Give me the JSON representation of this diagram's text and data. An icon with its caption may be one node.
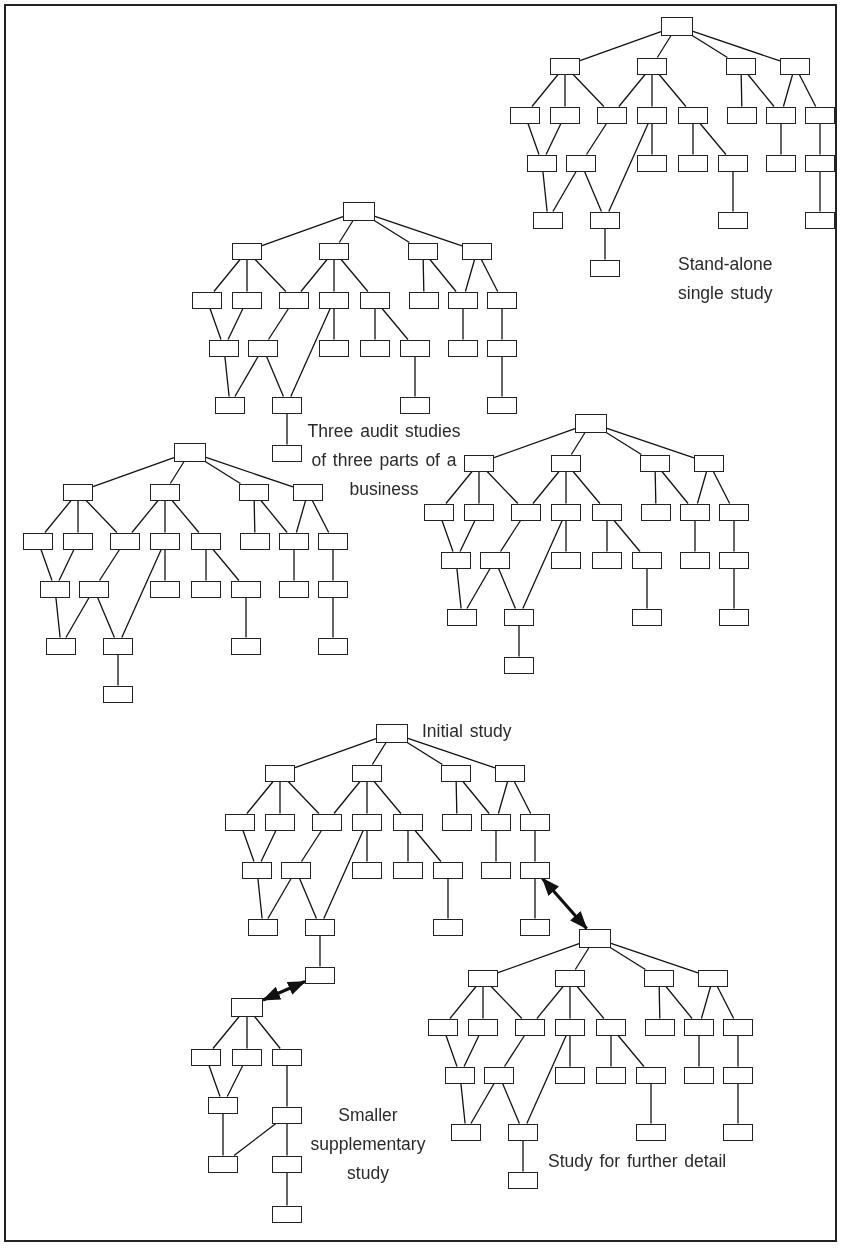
{
  "diagram": {
    "nodes": [
      {
        "text": [],
        "shape": "box"
      },
      {
        "text": [],
        "shape": "box"
      },
      {
        "text": [],
        "shape": "box"
      },
      {
        "text": [],
        "shape": "box"
      },
      {
        "text": [],
        "shape": "box"
      },
      {
        "text": [],
        "shape": "box"
      },
      {
        "text": [],
        "shape": "box"
      },
      {
        "text": [],
        "shape": "box"
      },
      {
        "text": [],
        "shape": "box"
      },
      {
        "text": [],
        "shape": "box"
      },
      {
        "text": [],
        "shape": "box"
      },
      {
        "text": [],
        "shape": "box"
      },
      {
        "text": [],
        "shape": "box"
      },
      {
        "text": [],
        "shape": "box"
      },
      {
        "text": [],
        "shape": "box"
      },
      {
        "text": [],
        "shape": "box"
      },
      {
        "text": [],
        "shape": "box"
      },
      {
        "text": [],
        "shape": "box"
      },
      {
        "text": [],
        "shape": "box"
      },
      {
        "text": [],
        "shape": "box"
      },
      {
        "text": [],
        "shape": "box"
      },
      {
        "text": [],
        "shape": "box"
      },
      {
        "text": [],
        "shape": "box"
      },
      {
        "text": [],
        "shape": "box"
      },
      {
        "text": [],
        "shape": "box"
      },
      {
        "text": [],
        "shape": "box"
      },
      {
        "text": [],
        "shape": "box"
      },
      {
        "text": [],
        "shape": "box"
      },
      {
        "text": [],
        "shape": "box"
      },
      {
        "text": [],
        "shape": "box"
      },
      {
        "text": [],
        "shape": "box"
      },
      {
        "text": [],
        "shape": "box"
      },
      {
        "text": [],
        "shape": "box"
      },
      {
        "text": [],
        "shape": "box"
      },
      {
        "text": [],
        "shape": "box"
      },
      {
        "text": [],
        "shape": "box"
      },
      {
        "text": [],
        "shape": "box"
      },
      {
        "text": [],
        "shape": "box"
      },
      {
        "text": [],
        "shape": "box"
      },
      {
        "text": [],
        "shape": "box"
      },
      {
        "text": [],
        "shape": "box"
      },
      {
        "text": [],
        "shape": "box"
      },
      {
        "text": [],
        "shape": "box"
      },
      {
        "text": [],
        "shape": "box"
      },
      {
        "text": [],
        "shape": "box"
      },
      {
        "text": [],
        "shape": "box"
      },
      {
        "text": [],
        "shape": "box"
      },
      {
        "text": [],
        "shape": "box"
      },
      {
        "text": [],
        "shape": "box"
      },
      {
        "text": [],
        "shape": "box"
      },
      {
        "text": [],
        "shape": "box"
      },
      {
        "text": [],
        "shape": "box"
      },
      {
        "text": [],
        "shape": "box"
      },
      {
        "text": [],
        "shape": "box"
      },
      {
        "text": [],
        "shape": "box"
      },
      {
        "text": [],
        "shape": "box"
      },
      {
        "text": [],
        "shape": "box"
      },
      {
        "text": [],
        "shape": "box"
      },
      {
        "text": [],
        "shape": "box"
      },
      {
        "text": [],
        "shape": "box"
      },
      {
        "text": [],
        "shape": "box"
      },
      {
        "text": [],
        "shape": "box"
      },
      {
        "text": [],
        "shape": "box"
      },
      {
        "text": [],
        "shape": "box"
      },
      {
        "text": [],
        "shape": "box"
      },
      {
        "text": [],
        "shape": "box"
      },
      {
        "text": [],
        "shape": "box"
      },
      {
        "text": [],
        "shape": "box"
      },
      {
        "text": [],
        "shape": "box"
      },
      {
        "text": [],
        "shape": "box"
      },
      {
        "text": [],
        "shape": "box"
      },
      {
        "text": [],
        "shape": "box"
      },
      {
        "text": [],
        "shape": "box"
      },
      {
        "text": [],
        "shape": "box"
      },
      {
        "text": [],
        "shape": "box"
      },
      {
        "text": [],
        "shape": "box"
      },
      {
        "text": [],
        "shape": "box"
      },
      {
        "text": [],
        "shape": "box"
      },
      {
        "text": [],
        "shape": "box"
      },
      {
        "text": [],
        "shape": "box"
      },
      {
        "text": [],
        "shape": "box"
      },
      {
        "text": [],
        "shape": "box"
      },
      {
        "text": [],
        "shape": "box"
      },
      {
        "text": [],
        "shape": "box"
      },
      {
        "text": [],
        "shape": "box"
      },
      {
        "text": [],
        "shape": "box"
      },
      {
        "text": [],
        "shape": "box"
      },
      {
        "text": [],
        "shape": "box"
      },
      {
        "text": [],
        "shape": "box"
      },
      {
        "text": [],
        "shape": "box"
      },
      {
        "text": [],
        "shape": "box"
      },
      {
        "text": [],
        "shape": "box"
      },
      {
        "text": [],
        "shape": "box"
      },
      {
        "text": [],
        "shape": "box"
      },
      {
        "text": [],
        "shape": "box"
      },
      {
        "text": [],
        "shape": "box"
      },
      {
        "text": [],
        "shape": "box"
      },
      {
        "text": [],
        "shape": "box"
      },
      {
        "text": [],
        "shape": "box"
      },
      {
        "text": [],
        "shape": "box"
      },
      {
        "text": [],
        "shape": "box"
      },
      {
        "text": [],
        "shape": "box"
      },
      {
        "text": [],
        "shape": "box"
      },
      {
        "text": [],
        "shape": "box"
      },
      {
        "text": [],
        "shape": "box"
      },
      {
        "text": [],
        "shape": "box"
      },
      {
        "text": [],
        "shape": "box"
      },
      {
        "text": [],
        "shape": "box"
      },
      {
        "text": [],
        "shape": "box"
      },
      {
        "text": [],
        "shape": "box"
      },
      {
        "text": [],
        "shape": "box"
      },
      {
        "text": [],
        "shape": "box"
      },
      {
        "text": [],
        "shape": "box"
      },
      {
        "text": [],
        "shape": "box"
      },
      {
        "text": [],
        "shape": "box"
      },
      {
        "text": [],
        "shape": "box"
      },
      {
        "text": [],
        "shape": "box"
      },
      {
        "text": [],
        "shape": "box"
      },
      {
        "text": [],
        "shape": "box"
      },
      {
        "text": [],
        "shape": "box"
      },
      {
        "text": [],
        "shape": "box"
      },
      {
        "text": [],
        "shape": "box"
      },
      {
        "text": [],
        "shape": "box"
      },
      {
        "text": [],
        "shape": "box"
      },
      {
        "text": [],
        "shape": "box"
      },
      {
        "text": [],
        "shape": "box"
      },
      {
        "text": [],
        "shape": "box"
      },
      {
        "text": [],
        "shape": "box"
      },
      {
        "text": [],
        "shape": "box"
      },
      {
        "text": [],
        "shape": "box"
      },
      {
        "text": [],
        "shape": "box"
      },
      {
        "text": [],
        "shape": "box"
      },
      {
        "text": [],
        "shape": "box"
      },
      {
        "text": [],
        "shape": "box"
      },
      {
        "text": [],
        "shape": "box"
      },
      {
        "text": [],
        "shape": "box"
      },
      {
        "text": [],
        "shape": "box"
      },
      {
        "text": [],
        "shape": "box"
      },
      {
        "text": [],
        "shape": "box"
      },
      {
        "text": [],
        "shape": "box"
      },
      {
        "text": [],
        "shape": "box"
      },
      {
        "text": [],
        "shape": "box"
      },
      {
        "text": [],
        "shape": "box"
      },
      {
        "text": [],
        "shape": "box"
      },
      {
        "text": [],
        "shape": "box"
      },
      {
        "text": [],
        "shape": "box"
      },
      {
        "text": [],
        "shape": "box"
      },
      {
        "text": [],
        "shape": "box"
      },
      {
        "text": [],
        "shape": "box"
      },
      {
        "text": [],
        "shape": "box"
      },
      {
        "text": [],
        "shape": "box"
      },
      {
        "text": [],
        "shape": "box"
      },
      {
        "text": [],
        "shape": "box"
      },
      {
        "text": [],
        "shape": "box"
      },
      {
        "text": [],
        "shape": "box"
      },
      {
        "text": [],
        "shape": "box"
      },
      {
        "text": [],
        "shape": "box"
      },
      {
        "text": [],
        "shape": "box"
      },
      {
        "text": [],
        "shape": "box"
      }
    ],
    "edges": [
      {
        "from": 0,
        "to": 1,
        "arrow": "none"
      },
      {
        "from": 0,
        "to": 2,
        "arrow": "none"
      },
      {
        "from": 0,
        "to": 3,
        "arrow": "none"
      },
      {
        "from": 0,
        "to": 4,
        "arrow": "none"
      },
      {
        "from": 1,
        "to": 5,
        "arrow": "none"
      },
      {
        "from": 1,
        "to": 6,
        "arrow": "none"
      },
      {
        "from": 1,
        "to": 7,
        "arrow": "none"
      },
      {
        "from": 2,
        "to": 7,
        "arrow": "none"
      },
      {
        "from": 2,
        "to": 8,
        "arrow": "none"
      },
      {
        "from": 2,
        "to": 9,
        "arrow": "none"
      },
      {
        "from": 3,
        "to": 10,
        "arrow": "none"
      },
      {
        "from": 3,
        "to": 11,
        "arrow": "none"
      },
      {
        "from": 4,
        "to": 11,
        "arrow": "none"
      },
      {
        "from": 4,
        "to": 12,
        "arrow": "none"
      },
      {
        "from": 5,
        "to": 13,
        "arrow": "none"
      },
      {
        "from": 6,
        "to": 13,
        "arrow": "none"
      },
      {
        "from": 7,
        "to": 14,
        "arrow": "none"
      },
      {
        "from": 8,
        "to": 15,
        "arrow": "none"
      },
      {
        "from": 8,
        "to": 21,
        "arrow": "none"
      },
      {
        "from": 9,
        "to": 16,
        "arrow": "none"
      },
      {
        "from": 9,
        "to": 17,
        "arrow": "none"
      },
      {
        "from": 11,
        "to": 18,
        "arrow": "none"
      },
      {
        "from": 12,
        "to": 19,
        "arrow": "none"
      },
      {
        "from": 13,
        "to": 20,
        "arrow": "none"
      },
      {
        "from": 14,
        "to": 20,
        "arrow": "none"
      },
      {
        "from": 14,
        "to": 21,
        "arrow": "none"
      },
      {
        "from": 17,
        "to": 22,
        "arrow": "none"
      },
      {
        "from": 19,
        "to": 23,
        "arrow": "none"
      },
      {
        "from": 21,
        "to": 24,
        "arrow": "none"
      },
      {
        "from": 25,
        "to": 26,
        "arrow": "none"
      },
      {
        "from": 25,
        "to": 27,
        "arrow": "none"
      },
      {
        "from": 25,
        "to": 28,
        "arrow": "none"
      },
      {
        "from": 25,
        "to": 29,
        "arrow": "none"
      },
      {
        "from": 26,
        "to": 30,
        "arrow": "none"
      },
      {
        "from": 26,
        "to": 31,
        "arrow": "none"
      },
      {
        "from": 26,
        "to": 32,
        "arrow": "none"
      },
      {
        "from": 27,
        "to": 32,
        "arrow": "none"
      },
      {
        "from": 27,
        "to": 33,
        "arrow": "none"
      },
      {
        "from": 27,
        "to": 34,
        "arrow": "none"
      },
      {
        "from": 28,
        "to": 35,
        "arrow": "none"
      },
      {
        "from": 28,
        "to": 36,
        "arrow": "none"
      },
      {
        "from": 29,
        "to": 36,
        "arrow": "none"
      },
      {
        "from": 29,
        "to": 37,
        "arrow": "none"
      },
      {
        "from": 30,
        "to": 38,
        "arrow": "none"
      },
      {
        "from": 31,
        "to": 38,
        "arrow": "none"
      },
      {
        "from": 32,
        "to": 39,
        "arrow": "none"
      },
      {
        "from": 33,
        "to": 40,
        "arrow": "none"
      },
      {
        "from": 33,
        "to": 46,
        "arrow": "none"
      },
      {
        "from": 34,
        "to": 41,
        "arrow": "none"
      },
      {
        "from": 34,
        "to": 42,
        "arrow": "none"
      },
      {
        "from": 36,
        "to": 43,
        "arrow": "none"
      },
      {
        "from": 37,
        "to": 44,
        "arrow": "none"
      },
      {
        "from": 38,
        "to": 45,
        "arrow": "none"
      },
      {
        "from": 39,
        "to": 45,
        "arrow": "none"
      },
      {
        "from": 39,
        "to": 46,
        "arrow": "none"
      },
      {
        "from": 42,
        "to": 47,
        "arrow": "none"
      },
      {
        "from": 44,
        "to": 48,
        "arrow": "none"
      },
      {
        "from": 46,
        "to": 49,
        "arrow": "none"
      },
      {
        "from": 50,
        "to": 51,
        "arrow": "none"
      },
      {
        "from": 50,
        "to": 52,
        "arrow": "none"
      },
      {
        "from": 50,
        "to": 53,
        "arrow": "none"
      },
      {
        "from": 50,
        "to": 54,
        "arrow": "none"
      },
      {
        "from": 51,
        "to": 55,
        "arrow": "none"
      },
      {
        "from": 51,
        "to": 56,
        "arrow": "none"
      },
      {
        "from": 51,
        "to": 57,
        "arrow": "none"
      },
      {
        "from": 52,
        "to": 57,
        "arrow": "none"
      },
      {
        "from": 52,
        "to": 58,
        "arrow": "none"
      },
      {
        "from": 52,
        "to": 59,
        "arrow": "none"
      },
      {
        "from": 53,
        "to": 60,
        "arrow": "none"
      },
      {
        "from": 53,
        "to": 61,
        "arrow": "none"
      },
      {
        "from": 54,
        "to": 61,
        "arrow": "none"
      },
      {
        "from": 54,
        "to": 62,
        "arrow": "none"
      },
      {
        "from": 55,
        "to": 63,
        "arrow": "none"
      },
      {
        "from": 56,
        "to": 63,
        "arrow": "none"
      },
      {
        "from": 57,
        "to": 64,
        "arrow": "none"
      },
      {
        "from": 58,
        "to": 65,
        "arrow": "none"
      },
      {
        "from": 58,
        "to": 71,
        "arrow": "none"
      },
      {
        "from": 59,
        "to": 66,
        "arrow": "none"
      },
      {
        "from": 59,
        "to": 67,
        "arrow": "none"
      },
      {
        "from": 61,
        "to": 68,
        "arrow": "none"
      },
      {
        "from": 62,
        "to": 69,
        "arrow": "none"
      },
      {
        "from": 63,
        "to": 70,
        "arrow": "none"
      },
      {
        "from": 64,
        "to": 70,
        "arrow": "none"
      },
      {
        "from": 64,
        "to": 71,
        "arrow": "none"
      },
      {
        "from": 67,
        "to": 72,
        "arrow": "none"
      },
      {
        "from": 69,
        "to": 73,
        "arrow": "none"
      },
      {
        "from": 71,
        "to": 74,
        "arrow": "none"
      },
      {
        "from": 75,
        "to": 76,
        "arrow": "none"
      },
      {
        "from": 75,
        "to": 77,
        "arrow": "none"
      },
      {
        "from": 75,
        "to": 78,
        "arrow": "none"
      },
      {
        "from": 75,
        "to": 79,
        "arrow": "none"
      },
      {
        "from": 76,
        "to": 80,
        "arrow": "none"
      },
      {
        "from": 76,
        "to": 81,
        "arrow": "none"
      },
      {
        "from": 76,
        "to": 82,
        "arrow": "none"
      },
      {
        "from": 77,
        "to": 82,
        "arrow": "none"
      },
      {
        "from": 77,
        "to": 83,
        "arrow": "none"
      },
      {
        "from": 77,
        "to": 84,
        "arrow": "none"
      },
      {
        "from": 78,
        "to": 85,
        "arrow": "none"
      },
      {
        "from": 78,
        "to": 86,
        "arrow": "none"
      },
      {
        "from": 79,
        "to": 86,
        "arrow": "none"
      },
      {
        "from": 79,
        "to": 87,
        "arrow": "none"
      },
      {
        "from": 80,
        "to": 88,
        "arrow": "none"
      },
      {
        "from": 81,
        "to": 88,
        "arrow": "none"
      },
      {
        "from": 82,
        "to": 89,
        "arrow": "none"
      },
      {
        "from": 83,
        "to": 90,
        "arrow": "none"
      },
      {
        "from": 83,
        "to": 96,
        "arrow": "none"
      },
      {
        "from": 84,
        "to": 91,
        "arrow": "none"
      },
      {
        "from": 84,
        "to": 92,
        "arrow": "none"
      },
      {
        "from": 86,
        "to": 93,
        "arrow": "none"
      },
      {
        "from": 87,
        "to": 94,
        "arrow": "none"
      },
      {
        "from": 88,
        "to": 95,
        "arrow": "none"
      },
      {
        "from": 89,
        "to": 95,
        "arrow": "none"
      },
      {
        "from": 89,
        "to": 96,
        "arrow": "none"
      },
      {
        "from": 92,
        "to": 97,
        "arrow": "none"
      },
      {
        "from": 94,
        "to": 98,
        "arrow": "none"
      },
      {
        "from": 96,
        "to": 99,
        "arrow": "none"
      },
      {
        "from": 100,
        "to": 101,
        "arrow": "none"
      },
      {
        "from": 100,
        "to": 102,
        "arrow": "none"
      },
      {
        "from": 100,
        "to": 103,
        "arrow": "none"
      },
      {
        "from": 100,
        "to": 104,
        "arrow": "none"
      },
      {
        "from": 101,
        "to": 105,
        "arrow": "none"
      },
      {
        "from": 101,
        "to": 106,
        "arrow": "none"
      },
      {
        "from": 101,
        "to": 107,
        "arrow": "none"
      },
      {
        "from": 102,
        "to": 107,
        "arrow": "none"
      },
      {
        "from": 102,
        "to": 108,
        "arrow": "none"
      },
      {
        "from": 102,
        "to": 109,
        "arrow": "none"
      },
      {
        "from": 103,
        "to": 110,
        "arrow": "none"
      },
      {
        "from": 103,
        "to": 111,
        "arrow": "none"
      },
      {
        "from": 104,
        "to": 111,
        "arrow": "none"
      },
      {
        "from": 104,
        "to": 112,
        "arrow": "none"
      },
      {
        "from": 105,
        "to": 113,
        "arrow": "none"
      },
      {
        "from": 106,
        "to": 113,
        "arrow": "none"
      },
      {
        "from": 107,
        "to": 114,
        "arrow": "none"
      },
      {
        "from": 108,
        "to": 115,
        "arrow": "none"
      },
      {
        "from": 108,
        "to": 121,
        "arrow": "none"
      },
      {
        "from": 109,
        "to": 116,
        "arrow": "none"
      },
      {
        "from": 109,
        "to": 117,
        "arrow": "none"
      },
      {
        "from": 111,
        "to": 118,
        "arrow": "none"
      },
      {
        "from": 112,
        "to": 119,
        "arrow": "none"
      },
      {
        "from": 113,
        "to": 120,
        "arrow": "none"
      },
      {
        "from": 114,
        "to": 120,
        "arrow": "none"
      },
      {
        "from": 114,
        "to": 121,
        "arrow": "none"
      },
      {
        "from": 117,
        "to": 122,
        "arrow": "none"
      },
      {
        "from": 119,
        "to": 123,
        "arrow": "none"
      },
      {
        "from": 121,
        "to": 124,
        "arrow": "none"
      },
      {
        "from": 125,
        "to": 126,
        "arrow": "none"
      },
      {
        "from": 125,
        "to": 127,
        "arrow": "none"
      },
      {
        "from": 125,
        "to": 128,
        "arrow": "none"
      },
      {
        "from": 125,
        "to": 129,
        "arrow": "none"
      },
      {
        "from": 126,
        "to": 130,
        "arrow": "none"
      },
      {
        "from": 126,
        "to": 131,
        "arrow": "none"
      },
      {
        "from": 126,
        "to": 132,
        "arrow": "none"
      },
      {
        "from": 127,
        "to": 132,
        "arrow": "none"
      },
      {
        "from": 127,
        "to": 133,
        "arrow": "none"
      },
      {
        "from": 127,
        "to": 134,
        "arrow": "none"
      },
      {
        "from": 128,
        "to": 135,
        "arrow": "none"
      },
      {
        "from": 128,
        "to": 136,
        "arrow": "none"
      },
      {
        "from": 129,
        "to": 136,
        "arrow": "none"
      },
      {
        "from": 129,
        "to": 137,
        "arrow": "none"
      },
      {
        "from": 130,
        "to": 138,
        "arrow": "none"
      },
      {
        "from": 131,
        "to": 138,
        "arrow": "none"
      },
      {
        "from": 132,
        "to": 139,
        "arrow": "none"
      },
      {
        "from": 133,
        "to": 140,
        "arrow": "none"
      },
      {
        "from": 133,
        "to": 146,
        "arrow": "none"
      },
      {
        "from": 134,
        "to": 141,
        "arrow": "none"
      },
      {
        "from": 134,
        "to": 142,
        "arrow": "none"
      },
      {
        "from": 136,
        "to": 143,
        "arrow": "none"
      },
      {
        "from": 137,
        "to": 144,
        "arrow": "none"
      },
      {
        "from": 138,
        "to": 145,
        "arrow": "none"
      },
      {
        "from": 139,
        "to": 145,
        "arrow": "none"
      },
      {
        "from": 139,
        "to": 146,
        "arrow": "none"
      },
      {
        "from": 142,
        "to": 147,
        "arrow": "none"
      },
      {
        "from": 144,
        "to": 148,
        "arrow": "none"
      },
      {
        "from": 146,
        "to": 149,
        "arrow": "none"
      },
      {
        "from": 150,
        "to": 151,
        "arrow": "none"
      },
      {
        "from": 150,
        "to": 152,
        "arrow": "none"
      },
      {
        "from": 150,
        "to": 153,
        "arrow": "none"
      },
      {
        "from": 151,
        "to": 154,
        "arrow": "none"
      },
      {
        "from": 152,
        "to": 154,
        "arrow": "none"
      },
      {
        "from": 153,
        "to": 155,
        "arrow": "none"
      },
      {
        "from": 154,
        "to": 156,
        "arrow": "none"
      },
      {
        "from": 155,
        "to": 156,
        "arrow": "none"
      },
      {
        "from": 155,
        "to": 157,
        "arrow": "none"
      },
      {
        "from": 157,
        "to": 158,
        "arrow": "none"
      },
      {
        "from": 119,
        "to": 125,
        "arrow": "both",
        "style": "thick"
      },
      {
        "from": 124,
        "to": 150,
        "arrow": "both",
        "style": "thick"
      }
    ],
    "labels": [
      "Stand-alone single study",
      "Three audit studies of three parts of a business",
      "Initial study",
      "Smaller supplementary study",
      "Study for further detail"
    ]
  }
}
